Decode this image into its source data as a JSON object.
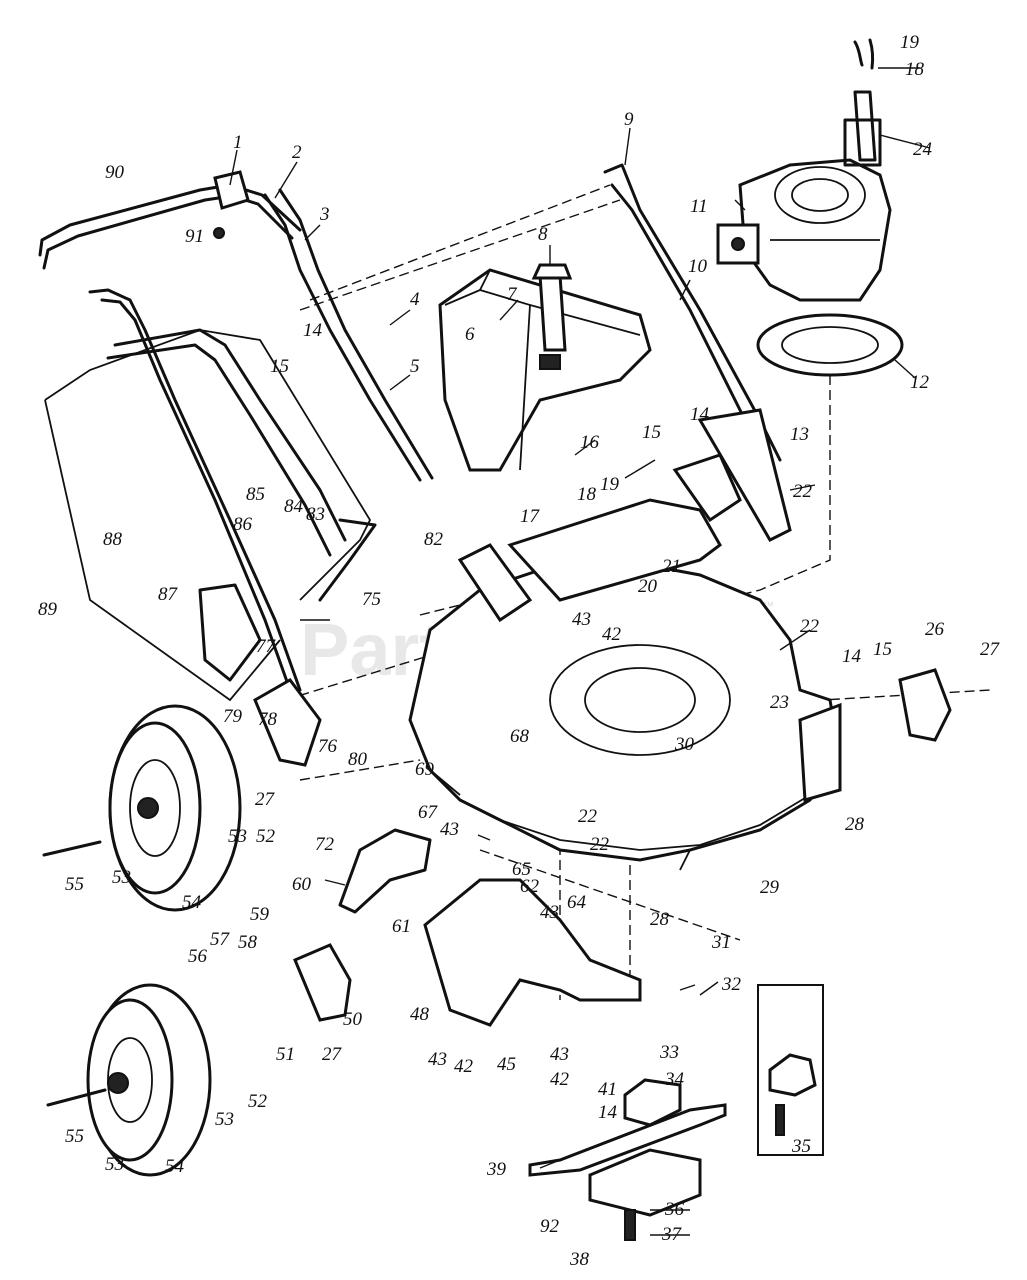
{
  "watermark": {
    "text": "PartsTree",
    "mark": "™"
  },
  "callouts": [
    "1",
    "2",
    "3",
    "4",
    "5",
    "6",
    "7",
    "8",
    "9",
    "10",
    "11",
    "12",
    "13",
    "14",
    "14",
    "14",
    "14",
    "15",
    "15",
    "15",
    "16",
    "17",
    "18",
    "18",
    "19",
    "19",
    "20",
    "21",
    "22",
    "22",
    "22",
    "22",
    "23",
    "24",
    "26",
    "27",
    "27",
    "27",
    "28",
    "28",
    "29",
    "30",
    "31",
    "32",
    "33",
    "34",
    "35",
    "36",
    "37",
    "38",
    "39",
    "41",
    "42",
    "42",
    "42",
    "43",
    "43",
    "43",
    "43",
    "43",
    "45",
    "48",
    "50",
    "51",
    "52",
    "52",
    "53",
    "53",
    "53",
    "53",
    "54",
    "54",
    "55",
    "55",
    "56",
    "57",
    "58",
    "59",
    "60",
    "61",
    "62",
    "64",
    "65",
    "67",
    "68",
    "69",
    "72",
    "75",
    "76",
    "77",
    "78",
    "79",
    "80",
    "82",
    "83",
    "84",
    "85",
    "86",
    "87",
    "88",
    "89",
    "90",
    "91",
    "92"
  ]
}
